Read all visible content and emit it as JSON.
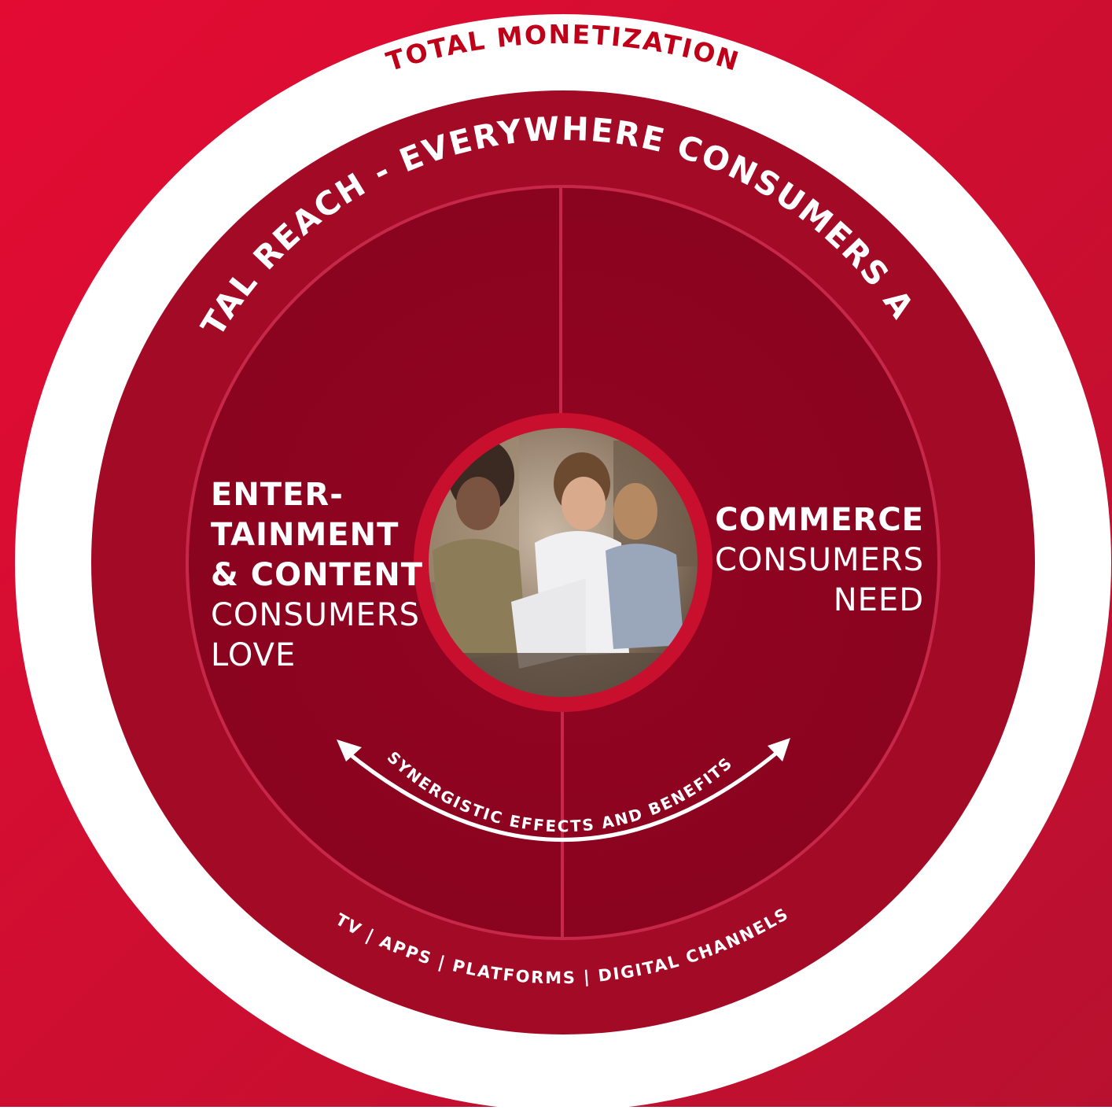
{
  "outer_ring": {
    "label": "TOTAL MONETIZATION"
  },
  "reach_ring": {
    "label": "TOTAL REACH - EVERYWHERE CONSUMERS ARE"
  },
  "left_panel": {
    "title_lines": [
      "ENTER-",
      "TAINMENT",
      "& CONTENT"
    ],
    "sub_lines": [
      "CONSUMERS",
      "LOVE"
    ]
  },
  "right_panel": {
    "title_lines": [
      "COMMERCE"
    ],
    "sub_lines": [
      "CONSUMERS",
      "NEED"
    ]
  },
  "synergy": {
    "label": "SYNERGISTIC EFFECTS AND BENEFITS"
  },
  "channels": {
    "label": "TV | APPS | PLATFORMS | DIGITAL CHANNELS"
  },
  "center_photo": {
    "icon": "people-with-devices-photo"
  },
  "colors": {
    "background": "#c8102e",
    "white_ring": "#ffffff",
    "dark_ring": "#a30a26",
    "panel": "#8e0420",
    "title_red": "#c00018",
    "text": "#ffffff"
  }
}
